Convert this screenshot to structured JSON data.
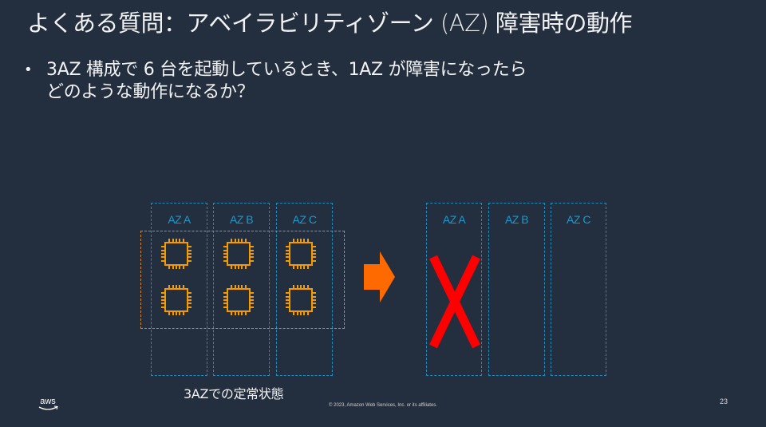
{
  "slide": {
    "title": "よくある質問：アベイラビリティゾーン (AZ) 障害時の動作",
    "bullet": {
      "marker": "•",
      "line1": "3AZ 構成で 6 台を起動しているとき、1AZ が障害になったら",
      "line2": "どのような動作になるか？"
    },
    "page_number": "23"
  },
  "diagram": {
    "before": {
      "zones": [
        {
          "label": "AZ A",
          "instances": 2
        },
        {
          "label": "AZ B",
          "instances": 2
        },
        {
          "label": "AZ C",
          "instances": 2
        }
      ],
      "instance_icon": "ec2-instance-chip-icon",
      "caption": "3AZでの定常状態"
    },
    "transition_icon": "right-arrow-icon",
    "after": {
      "zones": [
        {
          "label": "AZ A",
          "failed": true
        },
        {
          "label": "AZ B",
          "failed": false
        },
        {
          "label": "AZ C",
          "failed": false
        }
      ],
      "failure_icon": "red-x-icon"
    },
    "colors": {
      "background": "#232f3e",
      "az_border": "#1b8dbf",
      "az_label": "#1a9ad1",
      "group_border": "#d9822b",
      "chip": "#f49b00",
      "arrow": "#ff6a00",
      "failure_x": "#ff0000"
    }
  },
  "footer": {
    "logo": "aws",
    "copyright": "© 2023, Amazon Web Services, Inc. or its affiliates."
  }
}
